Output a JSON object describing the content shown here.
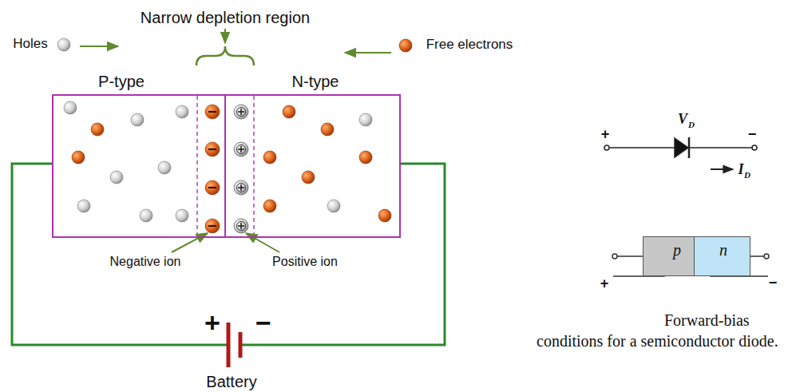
{
  "diagram": {
    "caption": "Forward-bias conditions for a semiconductor diode.",
    "nodes": [
      {
        "text": [
          "P-type"
        ]
      },
      {
        "text": [
          "N-type"
        ]
      },
      {
        "text": [
          "p"
        ]
      },
      {
        "text": [
          "n"
        ]
      }
    ],
    "labels": [
      "Narrow depletion region",
      "Holes",
      "Free electrons",
      "Negative ion",
      "Positive ion",
      "+",
      "−",
      "Battery",
      "+",
      "−",
      "V",
      "D",
      "I",
      "D",
      "+",
      "−"
    ]
  }
}
